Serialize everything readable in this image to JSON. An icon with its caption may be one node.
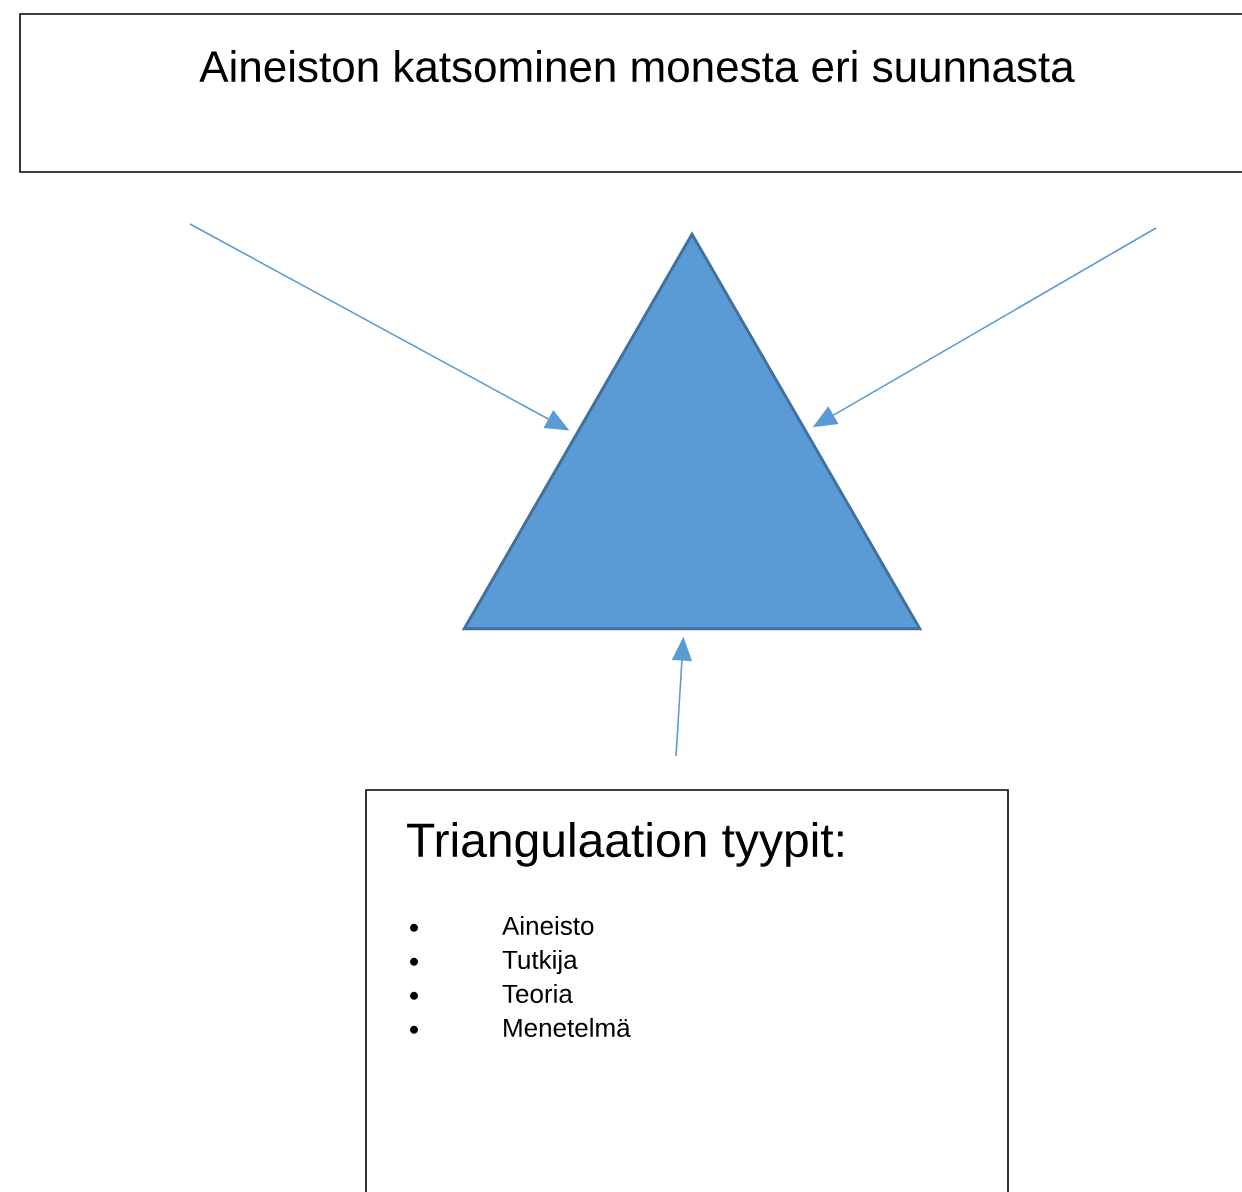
{
  "diagram": {
    "nodes": [
      {
        "text": [
          "Aineiston katsominen monesta eri suunnasta"
        ]
      },
      {
        "text": [],
        "shape": "triangle"
      },
      {
        "text": [
          "Triangulaation tyypit:",
          "Aineisto",
          "Tutkija",
          "Teoria",
          "Menetelmä"
        ]
      }
    ],
    "edges": [
      {
        "from": null,
        "to": 1,
        "arrow": "to"
      },
      {
        "from": null,
        "to": 1,
        "arrow": "to"
      },
      {
        "from": null,
        "to": 1,
        "arrow": "to"
      }
    ]
  }
}
